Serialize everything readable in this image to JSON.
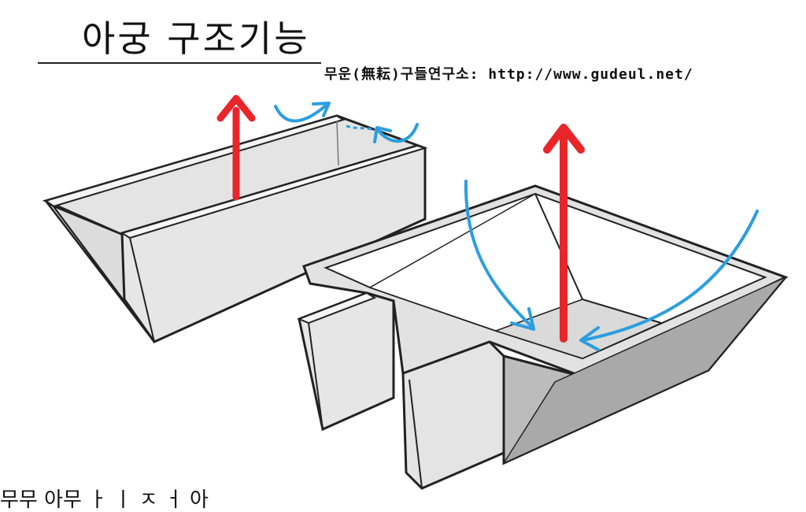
{
  "header": {
    "title": "아궁 구조기능",
    "source": "무운(無耘)구들연구소: http://www.gudeul.net/"
  },
  "footer": {
    "text": "무무 아무 ㅏ ㅣ ㅈ ㅓ 아"
  },
  "colors": {
    "heat_arrow": "#e8262a",
    "airflow_arrow": "#2b9ee0",
    "panel_face": "#e3e3e3",
    "panel_dark": "#bdbdbd",
    "outline": "#222222"
  }
}
